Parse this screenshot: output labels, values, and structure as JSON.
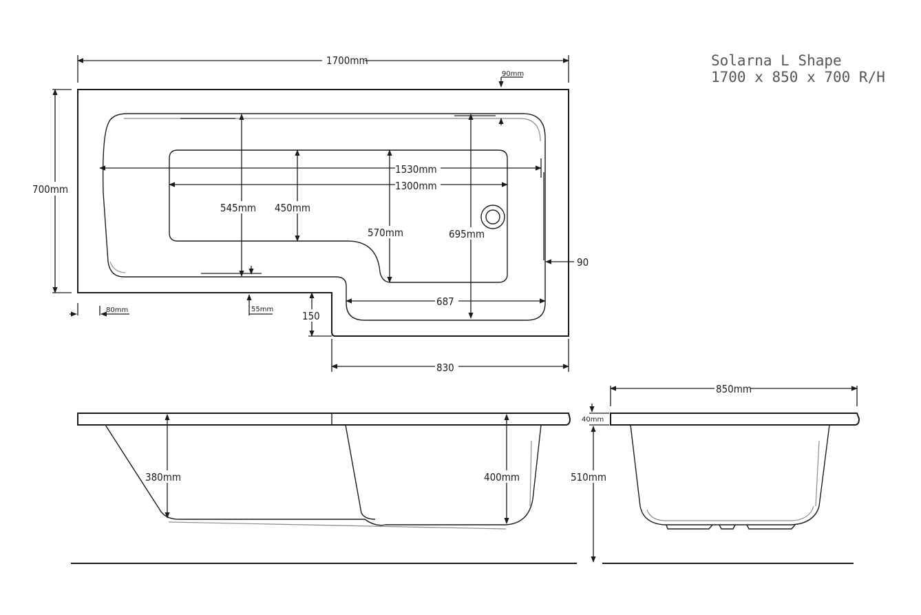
{
  "title": {
    "line1": "Solarna L Shape",
    "line2": "1700 x 850 x 700 R/H"
  },
  "plan": {
    "overall_length": "1700mm",
    "overall_width": "700mm",
    "rim_offset_top": "90mm",
    "inner_length": "1530mm",
    "floor_length": "1300mm",
    "depth_545": "545mm",
    "depth_450": "450mm",
    "depth_570": "570mm",
    "depth_695": "695mm",
    "side_rim": "90",
    "left_rim": "80mm",
    "bottom_rim": "55mm",
    "extension_depth": "150",
    "extension_inner": "687",
    "extension_length": "830"
  },
  "side_elevation": {
    "depth_left": "380mm",
    "depth_right": "400mm"
  },
  "end_elevation": {
    "width": "850mm",
    "rim_thickness": "40mm",
    "depth": "510mm"
  },
  "colors": {
    "line": "#1a1a1a",
    "faint": "#8a8a8a",
    "title": "#555555"
  }
}
